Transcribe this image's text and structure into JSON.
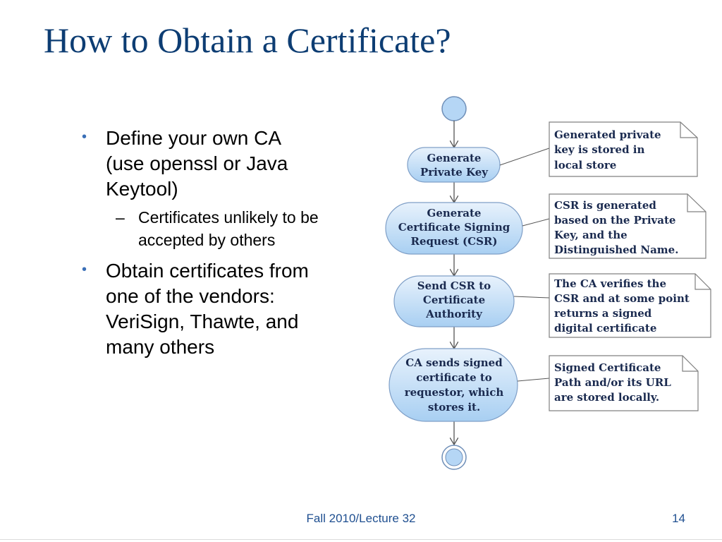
{
  "title": "How to Obtain a Certificate?",
  "bullets": [
    {
      "text": "Define your own CA (use openssl or Java Keytool)",
      "lines": [
        "Define your own CA",
        "(use openssl or Java",
        "Keytool)"
      ],
      "sub": [
        {
          "lines": [
            "Certificates unlikely to be",
            "accepted by others"
          ]
        }
      ]
    },
    {
      "text": "Obtain certificates from one of the vendors: VeriSign, Thawte, and many others",
      "lines": [
        "Obtain certificates from",
        "one of the vendors:",
        "VeriSign, Thawte, and",
        "many others"
      ]
    }
  ],
  "diagram": {
    "steps": [
      {
        "lines": [
          "Generate",
          "Private Key"
        ]
      },
      {
        "lines": [
          "Generate",
          "Certificate Signing",
          "Request (CSR)"
        ]
      },
      {
        "lines": [
          "Send CSR to",
          "Certificate",
          "Authority"
        ]
      },
      {
        "lines": [
          "CA sends signed",
          "certificate to",
          "requestor, which",
          "stores it."
        ]
      }
    ],
    "notes": [
      {
        "lines": [
          "Generated private",
          "key is stored in",
          "local store"
        ]
      },
      {
        "lines": [
          "CSR is generated",
          "based on the Private",
          "Key, and the",
          "Distinguished Name."
        ]
      },
      {
        "lines": [
          "The CA verifies the",
          "CSR and at some point",
          "returns a signed",
          "digital certificate"
        ]
      },
      {
        "lines": [
          "Signed Certificate",
          "Path and/or its URL",
          "are stored locally."
        ]
      }
    ],
    "colors": {
      "fill_top": "#e8f2fc",
      "fill_bottom": "#a8cff2",
      "stroke": "#7f9fc7",
      "note_border": "#808080"
    }
  },
  "footer": {
    "center": "Fall 2010/Lecture 32",
    "page": "14"
  }
}
